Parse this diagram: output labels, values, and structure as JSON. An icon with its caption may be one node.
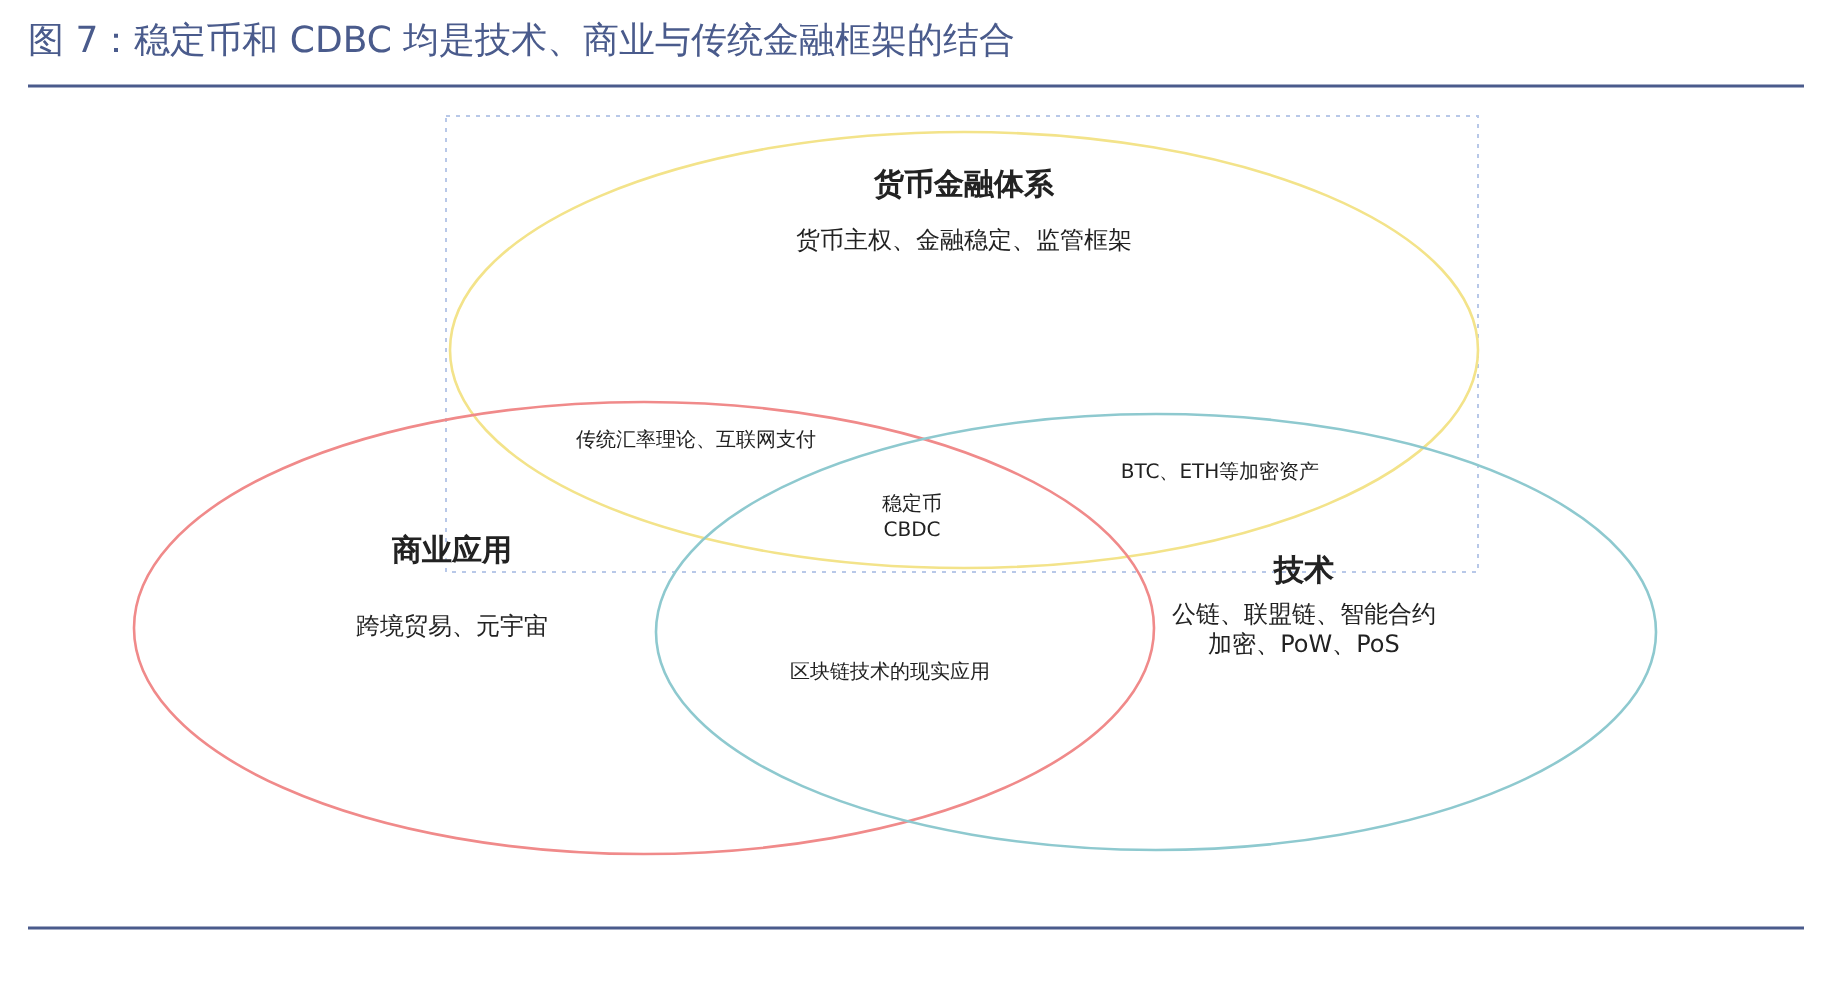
{
  "diagram": {
    "title": "图 7：稳定币和 CDBC 均是技术、商业与传统金融框架的结合",
    "nodes": [
      {
        "text": [
          "货币金融体系",
          "货币主权、金融稳定、监管框架"
        ]
      },
      {
        "text": [
          "商业应用",
          "跨境贸易、元宇宙"
        ]
      },
      {
        "text": [
          "技术",
          "公链、联盟链、智能合约加密、PoW、PoS"
        ]
      }
    ],
    "edges": [],
    "labels": [
      "传统汇率理论、互联网支付",
      "BTC、ETH等加密资产",
      "稳定币 CBDC",
      "区块链技术的现实应用"
    ]
  }
}
